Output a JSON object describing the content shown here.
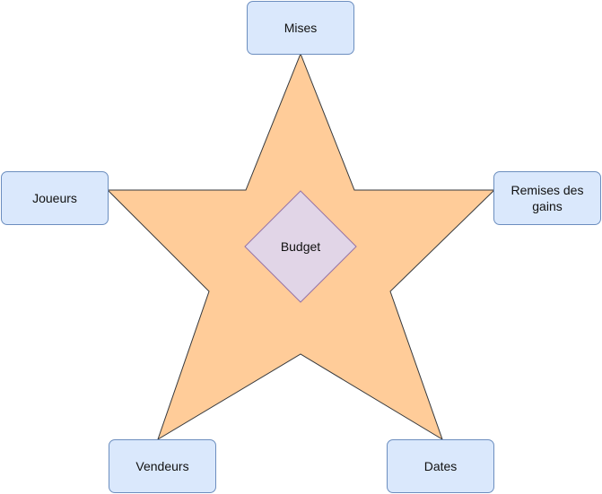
{
  "diagram": {
    "center": {
      "label": "Budget",
      "shape": "diamond",
      "fill": "#e1d5e7",
      "stroke": "#9673a6"
    },
    "star": {
      "fill": "#ffcc99",
      "stroke": "#36393d"
    },
    "nodes": {
      "mises": {
        "label": "Mises"
      },
      "joueurs": {
        "label": "Joueurs"
      },
      "remises": {
        "label": "Remises des gains"
      },
      "vendeurs": {
        "label": "Vendeurs"
      },
      "dates": {
        "label": "Dates"
      }
    },
    "node_style": {
      "fill": "#dae8fc",
      "stroke": "#6c8ebf"
    }
  }
}
